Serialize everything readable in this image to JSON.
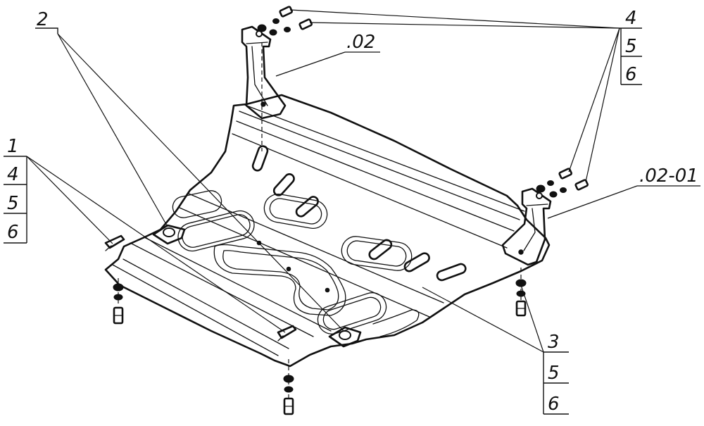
{
  "callouts": {
    "c2": "2",
    "c4_top": "4",
    "c5_top": "5",
    "c6_top": "6",
    "c02": ".02",
    "c0201": ".02-01",
    "c1": "1",
    "c4_left": "4",
    "c5_left": "5",
    "c6_left": "6",
    "c3": "3",
    "c5_bottom": "5",
    "c6_bottom": "6"
  }
}
